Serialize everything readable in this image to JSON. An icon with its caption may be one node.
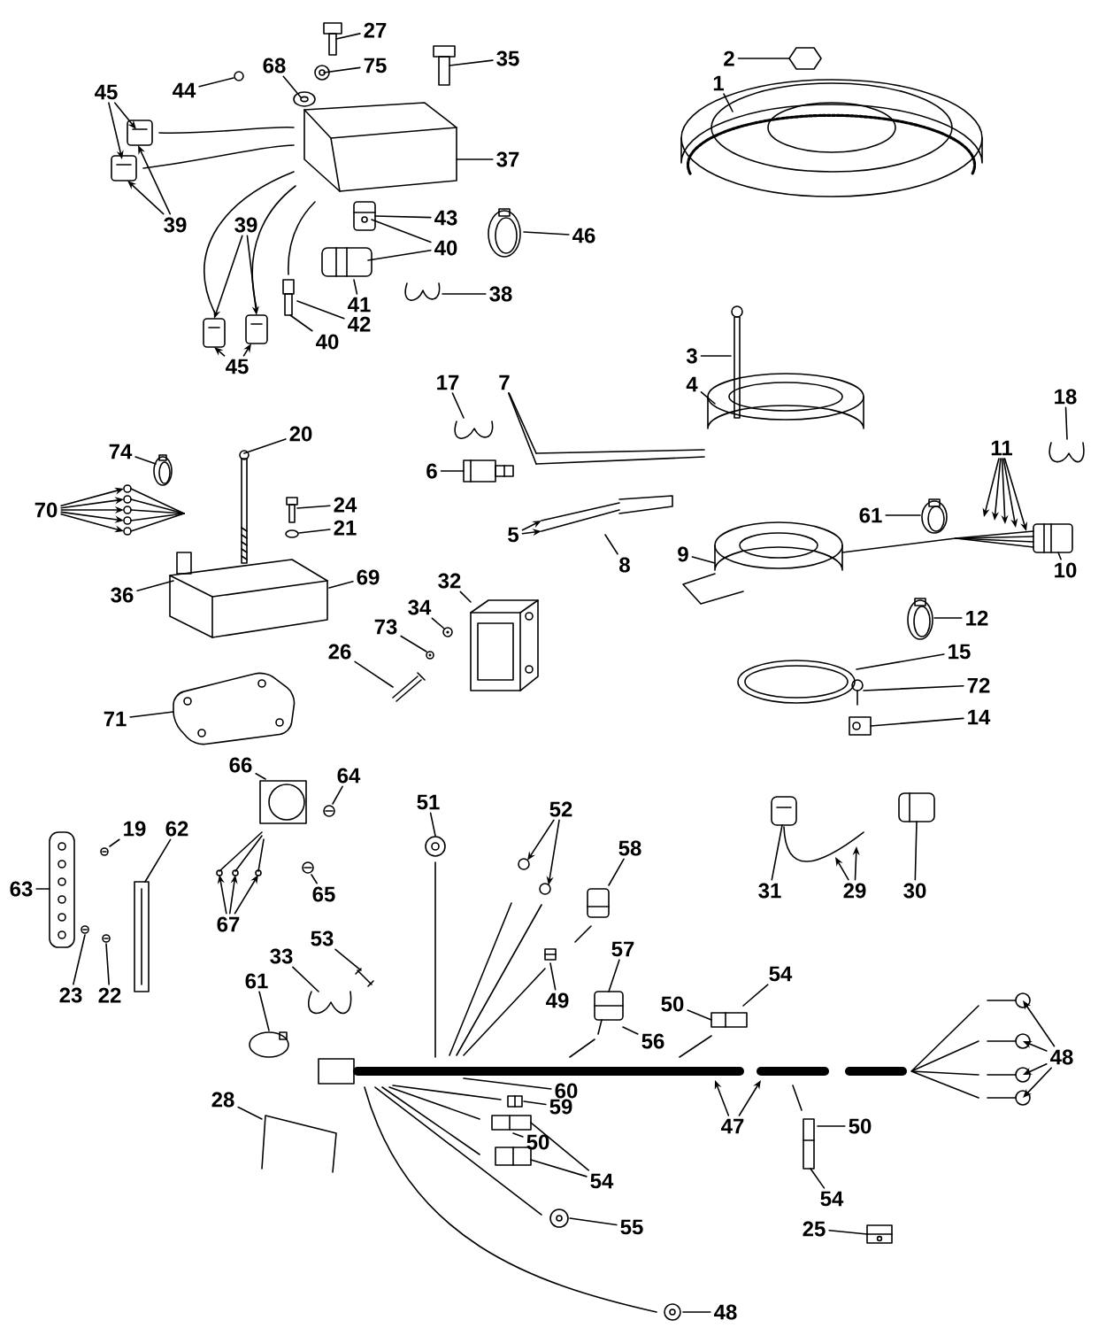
{
  "diagram": {
    "nodes": [
      {
        "text": [
          "27"
        ]
      },
      {
        "text": [
          "75"
        ]
      },
      {
        "text": [
          "35"
        ]
      },
      {
        "text": [
          "68"
        ]
      },
      {
        "text": [
          "44"
        ]
      },
      {
        "text": [
          "45"
        ]
      },
      {
        "text": [
          "2"
        ]
      },
      {
        "text": [
          "1"
        ]
      },
      {
        "text": [
          "37"
        ]
      },
      {
        "text": [
          "39"
        ]
      },
      {
        "text": [
          "39"
        ]
      },
      {
        "text": [
          "46"
        ]
      },
      {
        "text": [
          "43"
        ]
      },
      {
        "text": [
          "40"
        ]
      },
      {
        "text": [
          "41"
        ]
      },
      {
        "text": [
          "42"
        ]
      },
      {
        "text": [
          "38"
        ]
      },
      {
        "text": [
          "40"
        ]
      },
      {
        "text": [
          "45"
        ]
      },
      {
        "text": [
          "3"
        ]
      },
      {
        "text": [
          "4"
        ]
      },
      {
        "text": [
          "17"
        ]
      },
      {
        "text": [
          "7"
        ]
      },
      {
        "text": [
          "18"
        ]
      },
      {
        "text": [
          "20"
        ]
      },
      {
        "text": [
          "11"
        ]
      },
      {
        "text": [
          "74"
        ]
      },
      {
        "text": [
          "6"
        ]
      },
      {
        "text": [
          "24"
        ]
      },
      {
        "text": [
          "70"
        ]
      },
      {
        "text": [
          "61"
        ]
      },
      {
        "text": [
          "21"
        ]
      },
      {
        "text": [
          "5"
        ]
      },
      {
        "text": [
          "8"
        ]
      },
      {
        "text": [
          "9"
        ]
      },
      {
        "text": [
          "10"
        ]
      },
      {
        "text": [
          "32"
        ]
      },
      {
        "text": [
          "69"
        ]
      },
      {
        "text": [
          "36"
        ]
      },
      {
        "text": [
          "34"
        ]
      },
      {
        "text": [
          "12"
        ]
      },
      {
        "text": [
          "73"
        ]
      },
      {
        "text": [
          "26"
        ]
      },
      {
        "text": [
          "15"
        ]
      },
      {
        "text": [
          "72"
        ]
      },
      {
        "text": [
          "71"
        ]
      },
      {
        "text": [
          "14"
        ]
      },
      {
        "text": [
          "66"
        ]
      },
      {
        "text": [
          "64"
        ]
      },
      {
        "text": [
          "51"
        ]
      },
      {
        "text": [
          "52"
        ]
      },
      {
        "text": [
          "19"
        ]
      },
      {
        "text": [
          "62"
        ]
      },
      {
        "text": [
          "58"
        ]
      },
      {
        "text": [
          "63"
        ]
      },
      {
        "text": [
          "65"
        ]
      },
      {
        "text": [
          "31"
        ]
      },
      {
        "text": [
          "29"
        ]
      },
      {
        "text": [
          "30"
        ]
      },
      {
        "text": [
          "67"
        ]
      },
      {
        "text": [
          "53"
        ]
      },
      {
        "text": [
          "57"
        ]
      },
      {
        "text": [
          "33"
        ]
      },
      {
        "text": [
          "54"
        ]
      },
      {
        "text": [
          "61"
        ]
      },
      {
        "text": [
          "23"
        ]
      },
      {
        "text": [
          "22"
        ]
      },
      {
        "text": [
          "49"
        ]
      },
      {
        "text": [
          "50"
        ]
      },
      {
        "text": [
          "56"
        ]
      },
      {
        "text": [
          "48"
        ]
      },
      {
        "text": [
          "60"
        ]
      },
      {
        "text": [
          "28"
        ]
      },
      {
        "text": [
          "59"
        ]
      },
      {
        "text": [
          "47"
        ]
      },
      {
        "text": [
          "50"
        ]
      },
      {
        "text": [
          "50"
        ]
      },
      {
        "text": [
          "54"
        ]
      },
      {
        "text": [
          "54"
        ]
      },
      {
        "text": [
          "55"
        ]
      },
      {
        "text": [
          "25"
        ]
      },
      {
        "text": [
          "48"
        ]
      },
      {
        "text": [],
        "shape": "picture"
      },
      {
        "text": [],
        "shape": "picture"
      },
      {
        "text": [],
        "shape": "picture"
      },
      {
        "text": [],
        "shape": "picture"
      },
      {
        "text": [],
        "shape": "picture"
      },
      {
        "text": [],
        "shape": "picture"
      },
      {
        "text": [],
        "shape": "picture"
      },
      {
        "text": [],
        "shape": "picture"
      },
      {
        "text": [],
        "shape": "picture"
      },
      {
        "text": [],
        "shape": "picture"
      },
      {
        "text": [],
        "shape": "picture"
      },
      {
        "text": [],
        "shape": "picture"
      },
      {
        "text": [],
        "shape": "picture"
      },
      {
        "text": [],
        "shape": "picture"
      },
      {
        "text": [],
        "shape": "picture"
      },
      {
        "text": [],
        "shape": "picture"
      },
      {
        "text": [],
        "shape": "picture"
      },
      {
        "text": [],
        "shape": "picture"
      },
      {
        "text": [],
        "shape": "picture"
      },
      {
        "text": [],
        "shape": "picture"
      },
      {
        "text": [],
        "shape": "picture"
      },
      {
        "text": [],
        "shape": "picture"
      },
      {
        "text": [],
        "shape": "picture"
      },
      {
        "text": [],
        "shape": "picture"
      },
      {
        "text": [],
        "shape": "picture"
      },
      {
        "text": [],
        "shape": "picture"
      },
      {
        "text": [],
        "shape": "picture"
      },
      {
        "text": [],
        "shape": "picture"
      },
      {
        "text": [],
        "shape": "picture"
      },
      {
        "text": [],
        "shape": "picture"
      },
      {
        "text": [],
        "shape": "picture"
      },
      {
        "text": [],
        "shape": "picture"
      },
      {
        "text": [],
        "shape": "picture"
      },
      {
        "text": [],
        "shape": "picture"
      },
      {
        "text": [],
        "shape": "picture"
      },
      {
        "text": [],
        "shape": "picture"
      },
      {
        "text": [],
        "shape": "picture"
      },
      {
        "text": [],
        "shape": "picture"
      },
      {
        "text": [],
        "shape": "picture"
      },
      {
        "text": [],
        "shape": "picture"
      },
      {
        "text": [],
        "shape": "picture"
      },
      {
        "text": [],
        "shape": "picture"
      },
      {
        "text": [],
        "shape": "picture"
      },
      {
        "text": [],
        "shape": "picture"
      },
      {
        "text": [],
        "shape": "picture"
      },
      {
        "text": [],
        "shape": "picture"
      },
      {
        "text": [],
        "shape": "picture"
      },
      {
        "text": [],
        "shape": "picture"
      },
      {
        "text": [],
        "shape": "picture"
      },
      {
        "text": [],
        "shape": "picture"
      },
      {
        "text": [],
        "shape": "picture"
      },
      {
        "text": [],
        "shape": "picture"
      },
      {
        "text": [],
        "shape": "picture"
      },
      {
        "text": [],
        "shape": "picture"
      },
      {
        "text": [],
        "shape": "picture"
      },
      {
        "text": [],
        "shape": "picture"
      },
      {
        "text": [],
        "shape": "picture"
      },
      {
        "text": [],
        "shape": "picture"
      },
      {
        "text": [],
        "shape": "picture"
      },
      {
        "text": [],
        "shape": "picture"
      },
      {
        "text": [],
        "shape": "picture"
      },
      {
        "text": [],
        "shape": "picture"
      },
      {
        "text": [],
        "shape": "picture"
      },
      {
        "text": [],
        "shape": "picture"
      },
      {
        "text": [],
        "shape": "picture"
      },
      {
        "text": [],
        "shape": "picture"
      },
      {
        "text": [],
        "shape": "picture"
      },
      {
        "text": [],
        "shape": "picture"
      },
      {
        "text": [],
        "shape": "picture"
      },
      {
        "text": [],
        "shape": "picture"
      },
      {
        "text": [],
        "shape": "picture"
      },
      {
        "text": [],
        "shape": "picture"
      },
      {
        "text": [],
        "shape": "picture"
      },
      {
        "text": [],
        "shape": "picture"
      },
      {
        "text": [],
        "shape": "picture"
      }
    ],
    "edges": [
      {
        "from": 0,
        "to": 82,
        "arrow": "none"
      },
      {
        "from": 1,
        "to": 83,
        "arrow": "none"
      },
      {
        "from": 2,
        "to": 86,
        "arrow": "none"
      },
      {
        "from": 3,
        "to": 84,
        "arrow": "none"
      },
      {
        "from": 4,
        "to": 85,
        "arrow": "none"
      },
      {
        "from": 5,
        "to": 90,
        "arrow": "to"
      },
      {
        "from": 5,
        "to": 91,
        "arrow": "to"
      },
      {
        "from": 6,
        "to": 87,
        "arrow": "none"
      },
      {
        "from": 7,
        "to": 88,
        "arrow": "none"
      },
      {
        "from": 8,
        "to": 89,
        "arrow": "none"
      },
      {
        "from": 9,
        "to": 91,
        "arrow": "to"
      },
      {
        "from": 9,
        "to": 90,
        "arrow": "to"
      },
      {
        "from": 10,
        "to": 97,
        "arrow": "to"
      },
      {
        "from": 10,
        "to": 98,
        "arrow": "to"
      },
      {
        "from": 11,
        "to": 95,
        "arrow": "none"
      },
      {
        "from": 12,
        "to": 92,
        "arrow": "none"
      },
      {
        "from": 13,
        "to": 92,
        "arrow": "none"
      },
      {
        "from": 13,
        "to": 93,
        "arrow": "none"
      },
      {
        "from": 14,
        "to": 93,
        "arrow": "none"
      },
      {
        "from": 15,
        "to": 94,
        "arrow": "none"
      },
      {
        "from": 16,
        "to": 96,
        "arrow": "none"
      },
      {
        "from": 17,
        "to": 94,
        "arrow": "none"
      },
      {
        "from": 18,
        "to": 97,
        "arrow": "to"
      },
      {
        "from": 18,
        "to": 98,
        "arrow": "to"
      },
      {
        "from": 19,
        "to": 99,
        "arrow": "none"
      },
      {
        "from": 20,
        "to": 100,
        "arrow": "none"
      },
      {
        "from": 21,
        "to": 101,
        "arrow": "none"
      },
      {
        "from": 22,
        "to": 102,
        "arrow": "none"
      },
      {
        "from": 22,
        "to": 102,
        "arrow": "none"
      },
      {
        "from": 23,
        "to": 105,
        "arrow": "none"
      },
      {
        "from": 24,
        "to": 114,
        "arrow": "none"
      },
      {
        "from": 25,
        "to": 107,
        "arrow": "to"
      },
      {
        "from": 25,
        "to": 107,
        "arrow": "to"
      },
      {
        "from": 25,
        "to": 107,
        "arrow": "to"
      },
      {
        "from": 25,
        "to": 107,
        "arrow": "to"
      },
      {
        "from": 25,
        "to": 107,
        "arrow": "to"
      },
      {
        "from": 26,
        "to": 115,
        "arrow": "none"
      },
      {
        "from": 27,
        "to": 104,
        "arrow": "none"
      },
      {
        "from": 28,
        "to": 116,
        "arrow": "none"
      },
      {
        "from": 29,
        "to": 118,
        "arrow": "to"
      },
      {
        "from": 29,
        "to": 118,
        "arrow": "to"
      },
      {
        "from": 29,
        "to": 118,
        "arrow": "to"
      },
      {
        "from": 29,
        "to": 118,
        "arrow": "to"
      },
      {
        "from": 29,
        "to": 118,
        "arrow": "to"
      },
      {
        "from": 30,
        "to": 108,
        "arrow": "none"
      },
      {
        "from": 31,
        "to": 117,
        "arrow": "none"
      },
      {
        "from": 32,
        "to": 103,
        "arrow": "to"
      },
      {
        "from": 32,
        "to": 103,
        "arrow": "to"
      },
      {
        "from": 33,
        "to": 103,
        "arrow": "none"
      },
      {
        "from": 34,
        "to": 109,
        "arrow": "none"
      },
      {
        "from": 35,
        "to": 106,
        "arrow": "none"
      },
      {
        "from": 36,
        "to": 120,
        "arrow": "none"
      },
      {
        "from": 37,
        "to": 119,
        "arrow": "none"
      },
      {
        "from": 38,
        "to": 119,
        "arrow": "none"
      },
      {
        "from": 39,
        "to": 121,
        "arrow": "none"
      },
      {
        "from": 40,
        "to": 110,
        "arrow": "none"
      },
      {
        "from": 41,
        "to": 122,
        "arrow": "none"
      },
      {
        "from": 42,
        "to": 123,
        "arrow": "none"
      },
      {
        "from": 43,
        "to": 111,
        "arrow": "none"
      },
      {
        "from": 44,
        "to": 112,
        "arrow": "none"
      },
      {
        "from": 45,
        "to": 124,
        "arrow": "none"
      },
      {
        "from": 46,
        "to": 113,
        "arrow": "none"
      },
      {
        "from": 47,
        "to": 125,
        "arrow": "none"
      },
      {
        "from": 48,
        "to": 126,
        "arrow": "none"
      },
      {
        "from": 49,
        "to": 134,
        "arrow": "none"
      },
      {
        "from": 50,
        "to": 135,
        "arrow": "to"
      },
      {
        "from": 50,
        "to": 135,
        "arrow": "to"
      },
      {
        "from": 51,
        "to": 130,
        "arrow": "none"
      },
      {
        "from": 52,
        "to": 133,
        "arrow": "none"
      },
      {
        "from": 53,
        "to": 136,
        "arrow": "none"
      },
      {
        "from": 54,
        "to": 129,
        "arrow": "none"
      },
      {
        "from": 55,
        "to": 127,
        "arrow": "none"
      },
      {
        "from": 56,
        "to": 137,
        "arrow": "none"
      },
      {
        "from": 57,
        "to": 138,
        "arrow": "to"
      },
      {
        "from": 57,
        "to": 138,
        "arrow": "to"
      },
      {
        "from": 58,
        "to": 139,
        "arrow": "none"
      },
      {
        "from": 59,
        "to": 128,
        "arrow": "to"
      },
      {
        "from": 59,
        "to": 128,
        "arrow": "to"
      },
      {
        "from": 59,
        "to": 128,
        "arrow": "to"
      },
      {
        "from": 60,
        "to": 140,
        "arrow": "none"
      },
      {
        "from": 61,
        "to": 143,
        "arrow": "none"
      },
      {
        "from": 62,
        "to": 141,
        "arrow": "none"
      },
      {
        "from": 63,
        "to": 145,
        "arrow": "none"
      },
      {
        "from": 64,
        "to": 142,
        "arrow": "none"
      },
      {
        "from": 65,
        "to": 131,
        "arrow": "none"
      },
      {
        "from": 66,
        "to": 132,
        "arrow": "none"
      },
      {
        "from": 67,
        "to": 144,
        "arrow": "none"
      },
      {
        "from": 68,
        "to": 145,
        "arrow": "none"
      },
      {
        "from": 69,
        "to": 143,
        "arrow": "none"
      },
      {
        "from": 70,
        "to": 149,
        "arrow": "to"
      },
      {
        "from": 70,
        "to": 149,
        "arrow": "to"
      },
      {
        "from": 70,
        "to": 149,
        "arrow": "to"
      },
      {
        "from": 70,
        "to": 149,
        "arrow": "to"
      },
      {
        "from": 71,
        "to": 146,
        "arrow": "none"
      },
      {
        "from": 72,
        "to": 154,
        "arrow": "none"
      },
      {
        "from": 73,
        "to": 152,
        "arrow": "none"
      },
      {
        "from": 74,
        "to": 146,
        "arrow": "to"
      },
      {
        "from": 74,
        "to": 147,
        "arrow": "to"
      },
      {
        "from": 75,
        "to": 150,
        "arrow": "none"
      },
      {
        "from": 76,
        "to": 151,
        "arrow": "none"
      },
      {
        "from": 77,
        "to": 151,
        "arrow": "none"
      },
      {
        "from": 77,
        "to": 151,
        "arrow": "none"
      },
      {
        "from": 78,
        "to": 150,
        "arrow": "none"
      },
      {
        "from": 79,
        "to": 153,
        "arrow": "none"
      },
      {
        "from": 80,
        "to": 155,
        "arrow": "none"
      },
      {
        "from": 81,
        "to": 156,
        "arrow": "none"
      }
    ]
  }
}
